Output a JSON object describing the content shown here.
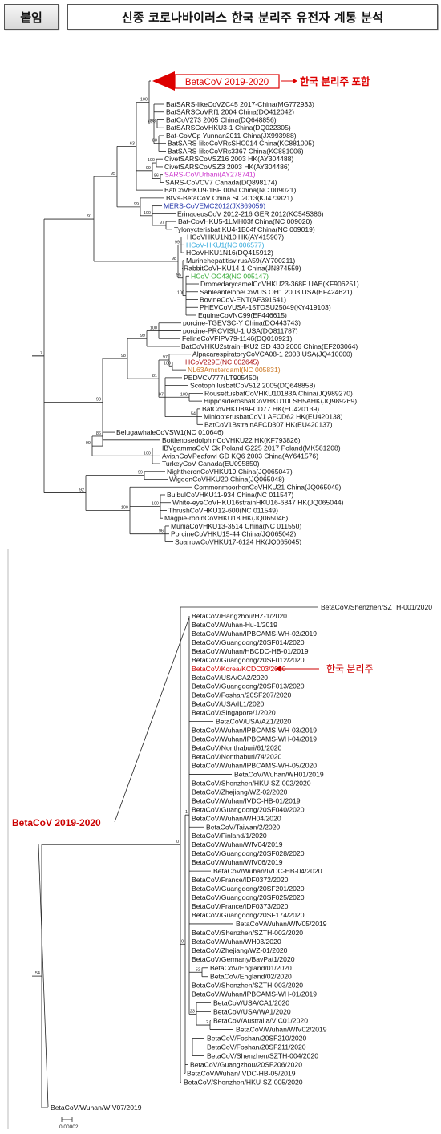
{
  "header": {
    "tag": "붙임",
    "title": "신종 코로나바이러스 한국 분리주 유전자 계통 분석"
  },
  "colors": {
    "default": "#111111",
    "red": "#cc0000",
    "magenta": "#cc33cc",
    "navy": "#2233aa",
    "cyan": "#33aadd",
    "green": "#33aa33",
    "orange": "#cc7722",
    "darkred": "#aa1111"
  },
  "tree1": {
    "callout_box": "BetaCoV 2019-2020",
    "callout_note": "한국 분리주 포함",
    "taxa": [
      {
        "label": "BatSARS-likeCoVZC45 2017-China(MG772933)",
        "c": "default"
      },
      {
        "label": "BatSARSCoVRf1 2004 China(DQ412042)",
        "c": "default"
      },
      {
        "label": "BatCoV273 2005 China(DQ648856)",
        "c": "default"
      },
      {
        "label": "BatSARSCoVHKU3-1 China(DQ022305)",
        "c": "default"
      },
      {
        "label": "Bat-CoVCp Yunnan2011  China(JX993988)",
        "c": "default"
      },
      {
        "label": "BatSARS-likeCoVRsSHC014 China(KC881005)",
        "c": "default"
      },
      {
        "label": "BatSARS-likeCoVRs3367 China(KC881006)",
        "c": "default"
      },
      {
        "label": "CivetSARSCoVSZ16 2003 HK(AY304488)",
        "c": "default"
      },
      {
        "label": "CivetSARSCoVSZ3 2003 HK(AY304486)",
        "c": "default"
      },
      {
        "label": "SARS-CoVUrbani(AY278741)",
        "c": "magenta"
      },
      {
        "label": "SARS-CoVCV7 Canada(DQ898174)",
        "c": "default"
      },
      {
        "label": "BatCoVHKU9-1BF 005I China(NC 009021)",
        "c": "default"
      },
      {
        "label": "BtVs-BetaCoV China SC2013(KJ473821)",
        "c": "default"
      },
      {
        "label": "MERS-CoVEMC2012(JX869059)",
        "c": "navy"
      },
      {
        "label": "ErinaceusCoV 2012-216 GER 2012(KC545386)",
        "c": "default"
      },
      {
        "label": "Bat-CoVHKU5-1LMH03f China(NC 009020)",
        "c": "default"
      },
      {
        "label": "Tylonycterisbat  KU4-1B04f China(NC 009019)",
        "c": "default"
      },
      {
        "label": "HCoVHKU1N10 HK(AY415907)",
        "c": "default"
      },
      {
        "label": "HCoV-HKU1(NC 006577)",
        "c": "cyan"
      },
      {
        "label": "HCoVHKU1N16(DQ415912)",
        "c": "default"
      },
      {
        "label": "MurinehepatitisvirusA59(AY700211)",
        "c": "default"
      },
      {
        "label": "RabbitCoVHKU14-1 China(JN874559)",
        "c": "default"
      },
      {
        "label": "HCoV-OC43(NC 005147)",
        "c": "green"
      },
      {
        "label": "DromedarycamelCoVHKU23-368F UAE(KF906251)",
        "c": "default"
      },
      {
        "label": "SableantelopeCoVUS OH1 2003 USA(EF424621)",
        "c": "default"
      },
      {
        "label": "BovineCoV-ENT(AF391541)",
        "c": "default"
      },
      {
        "label": "PHEVCoVUSA-15TOSU25049(KY419103)",
        "c": "default"
      },
      {
        "label": "EquineCoVNC99(EF446615)",
        "c": "default"
      },
      {
        "label": "porcine-TGEVSC-Y China(DQ443743)",
        "c": "default"
      },
      {
        "label": "porcine-PRCVISU-1 USA(DQ811787)",
        "c": "default"
      },
      {
        "label": "FelineCoVFIPV79-1146(DQ010921)",
        "c": "default"
      },
      {
        "label": "BatCoVHKU2strainHKU2 GD 430 2006 China(EF203064)",
        "c": "default"
      },
      {
        "label": "AlpacarespiratoryCoVCA08-1 2008 USA(JQ410000)",
        "c": "default"
      },
      {
        "label": "HCoV229E(NC 002645)",
        "c": "darkred"
      },
      {
        "label": "NL63Amsterdaml(NC 005831)",
        "c": "orange"
      },
      {
        "label": "PEDVCV777(LT905450)",
        "c": "default"
      },
      {
        "label": "ScotophilusbatCoV512 2005(DQ648858)",
        "c": "default"
      },
      {
        "label": "RousettusbatCoVHKU10183A China(JQ989270)",
        "c": "default"
      },
      {
        "label": "HipposiderosbatCoVHKU10LSH5AHK(JQ989269)",
        "c": "default"
      },
      {
        "label": "BatCoVHKU8AFCD77 HK(EU420139)",
        "c": "default"
      },
      {
        "label": "MiniopterusbatCoV1 AFCD62 HK(EU420138)",
        "c": "default"
      },
      {
        "label": "BatCoV1BstrainAFCD307 HK(EU420137)",
        "c": "default"
      },
      {
        "label": "BelugawhaleCoVSW1(NC 010646)",
        "c": "default"
      },
      {
        "label": "BottlenosedolphinCoVHKU22 HK(KF793826)",
        "c": "default"
      },
      {
        "label": "IBVgammaCoV Ck Poland G225 2017 Poland(MK581208)",
        "c": "default"
      },
      {
        "label": "AvianCoVPeafowl GD KQ6 2003 China(AY641576)",
        "c": "default"
      },
      {
        "label": "TurkeyCoV  Canada(EU095850)",
        "c": "default"
      },
      {
        "label": "NightheronCoVHKU19  China(JQ065047)",
        "c": "default"
      },
      {
        "label": "WigeonCoVHKU20 China(JQ065048)",
        "c": "default"
      },
      {
        "label": "CommonmoorhenCoVHKU21 China(JQ065049)",
        "c": "default"
      },
      {
        "label": "BulbulCoVHKU11-934 China(NC 011547)",
        "c": "default"
      },
      {
        "label": "White-eyeCoVHKU16strainHKU16-6847  HK(JQ065044)",
        "c": "default"
      },
      {
        "label": "ThrushCoVHKU12-600(NC 011549)",
        "c": "default"
      },
      {
        "label": "Magpie-robinCoVHKU18 HK(JQ065046)",
        "c": "default"
      },
      {
        "label": "MuniaCoVHKU13-3514 China(NC 011550)",
        "c": "default"
      },
      {
        "label": "PorcineCoVHKU15-44 China(JQ065042)",
        "c": "default"
      },
      {
        "label": "SparrowCoVHKU17-6124 HK(JQ065045)",
        "c": "default"
      }
    ],
    "bootstrap": [
      "7",
      "91",
      "95",
      "63",
      "100",
      "78",
      "98",
      "88",
      "99",
      "100",
      "86",
      "99",
      "100",
      "97",
      "98",
      "99",
      "95",
      "100",
      "93",
      "98",
      "99",
      "100",
      "81",
      "97",
      "100",
      "97",
      "100",
      "54",
      "99",
      "86",
      "100",
      "92",
      "99",
      "100",
      "100",
      "96",
      "99",
      "100",
      "99",
      "92",
      "100"
    ]
  },
  "tree2": {
    "side_label": "BetaCoV 2019-2020",
    "korea_note": "한국 분리주",
    "scale_label": "0.00002",
    "taxa": [
      {
        "label": "BetaCoV/Shenzhen/SZTH-001/2020",
        "c": "default"
      },
      {
        "label": "BetaCoV/Hangzhou/HZ-1/2020",
        "c": "default"
      },
      {
        "label": "BetaCoV/Wuhan-Hu-1/2019",
        "c": "default"
      },
      {
        "label": "BetaCoV/Wuhan/IPBCAMS-WH-02/2019",
        "c": "default"
      },
      {
        "label": "BetaCoV/Guangdong/20SF014/2020",
        "c": "default"
      },
      {
        "label": "BetaCoV/Wuhan/HBCDC-HB-01/2019",
        "c": "default"
      },
      {
        "label": "BetaCoV/Guangdong/20SF012/2020",
        "c": "default"
      },
      {
        "label": "BetaCoV/Korea/KCDC03/2020",
        "c": "red"
      },
      {
        "label": "BetaCoV/USA/CA2/2020",
        "c": "default"
      },
      {
        "label": "BetaCoV/Guangdong/20SF013/2020",
        "c": "default"
      },
      {
        "label": "BetaCoV/Foshan/20SF207/2020",
        "c": "default"
      },
      {
        "label": "BetaCoV/USA/IL1/2020",
        "c": "default"
      },
      {
        "label": "BetaCoV/Singapore/1/2020",
        "c": "default"
      },
      {
        "label": "BetaCoV/USA/AZ1/2020",
        "c": "default"
      },
      {
        "label": "BetaCoV/Wuhan/IPBCAMS-WH-03/2019",
        "c": "default"
      },
      {
        "label": "BetaCoV/Wuhan/IPBCAMS-WH-04/2019",
        "c": "default"
      },
      {
        "label": "BetaCoV/Nonthaburi/61/2020",
        "c": "default"
      },
      {
        "label": "BetaCoV/Nonthaburi/74/2020",
        "c": "default"
      },
      {
        "label": "BetaCoV/Wuhan/IPBCAMS-WH-05/2020",
        "c": "default"
      },
      {
        "label": "BetaCoV/Wuhan/WH01/2019",
        "c": "default"
      },
      {
        "label": "BetaCoV/Shenzhen/HKU-SZ-002/2020",
        "c": "default"
      },
      {
        "label": "BetaCoV/Zhejiang/WZ-02/2020",
        "c": "default"
      },
      {
        "label": "BetaCoV/Wuhan/IVDC-HB-01/2019",
        "c": "default"
      },
      {
        "label": "BetaCoV/Guangdong/20SF040/2020",
        "c": "default"
      },
      {
        "label": "BetaCoV/Wuhan/WH04/2020",
        "c": "default"
      },
      {
        "label": "BetaCoV/Taiwan/2/2020",
        "c": "default"
      },
      {
        "label": "BetaCoV/Finland/1/2020",
        "c": "default"
      },
      {
        "label": "BetaCoV/Wuhan/WIV04/2019",
        "c": "default"
      },
      {
        "label": "BetaCoV/Guangdong/20SF028/2020",
        "c": "default"
      },
      {
        "label": "BetaCoV/Wuhan/WIV06/2019",
        "c": "default"
      },
      {
        "label": "BetaCoV/Wuhan/IVDC-HB-04/2020",
        "c": "default"
      },
      {
        "label": "BetaCoV/France/IDF0372/2020",
        "c": "default"
      },
      {
        "label": "BetaCoV/Guangdong/20SF201/2020",
        "c": "default"
      },
      {
        "label": "BetaCoV/Guangdong/20SF025/2020",
        "c": "default"
      },
      {
        "label": "BetaCoV/France/IDF0373/2020",
        "c": "default"
      },
      {
        "label": "BetaCoV/Guangdong/20SF174/2020",
        "c": "default"
      },
      {
        "label": "BetaCoV/Wuhan/WIV05/2019",
        "c": "default"
      },
      {
        "label": "BetaCoV/Shenzhen/SZTH-002/2020",
        "c": "default"
      },
      {
        "label": "BetaCoV/Wuhan/WH03/2020",
        "c": "default"
      },
      {
        "label": "BetaCoV/Zhejiang/WZ-01/2020",
        "c": "default"
      },
      {
        "label": "BetaCoV/Germany/BavPat1/2020",
        "c": "default"
      },
      {
        "label": "BetaCoV/England/01/2020",
        "c": "default"
      },
      {
        "label": "BetaCoV/England/02/2020",
        "c": "default"
      },
      {
        "label": "BetaCoV/Shenzhen/SZTH-003/2020",
        "c": "default"
      },
      {
        "label": "BetaCoV/Wuhan/IPBCAMS-WH-01/2019",
        "c": "default"
      },
      {
        "label": "BetaCoV/USA/CA1/2020",
        "c": "default"
      },
      {
        "label": "BetaCoV/USA/WA1/2020",
        "c": "default"
      },
      {
        "label": "BetaCoV/Australia/VIC01/2020",
        "c": "default"
      },
      {
        "label": "BetaCoV/Wuhan/WIV02/2019",
        "c": "default"
      },
      {
        "label": "BetaCoV/Foshan/20SF210/2020",
        "c": "default"
      },
      {
        "label": "BetaCoV/Foshan/20SF211/2020",
        "c": "default"
      },
      {
        "label": "BetaCoV/Shenzhen/SZTH-004/2020",
        "c": "default"
      },
      {
        "label": "BetaCoV/Guangzhou/20SF206/2020",
        "c": "default"
      },
      {
        "label": "BetaCoV/Wuhan/IVDC-HB-05/2019",
        "c": "default"
      },
      {
        "label": "BetaCoV/Shenzhen/HKU-SZ-005/2020",
        "c": "default"
      },
      {
        "label": "BetaCoV/Wuhan/WIV07/2019",
        "c": "default"
      }
    ],
    "bootstrap": [
      "54",
      "0",
      "0",
      "1",
      "52",
      "23",
      "2"
    ]
  }
}
